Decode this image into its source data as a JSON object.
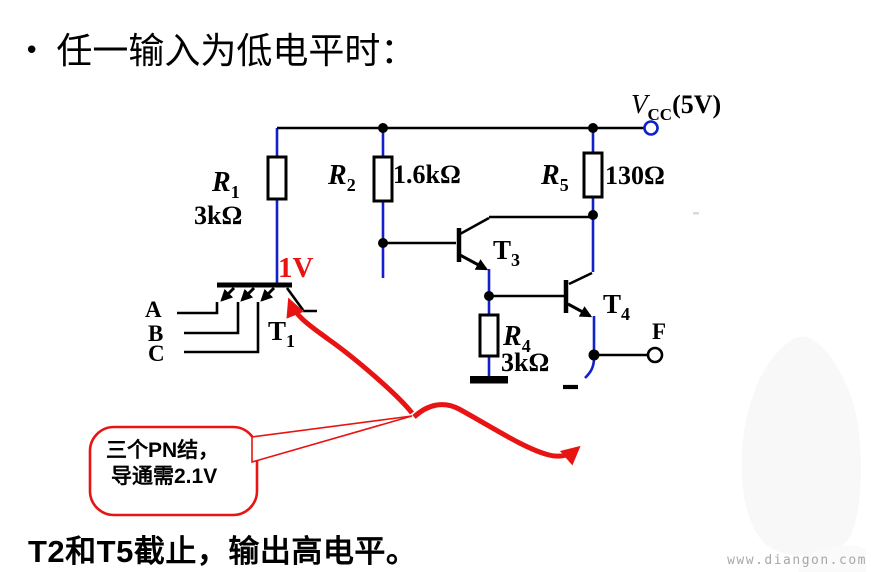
{
  "title": {
    "bullet": "•",
    "text": "任一输入为低电平时："
  },
  "circuit": {
    "power": {
      "sym": "V",
      "sub": "CC",
      "suffix": "(5V)"
    },
    "r1": {
      "sym": "R",
      "sub": "1",
      "value": "3kΩ"
    },
    "r2": {
      "sym": "R",
      "sub": "2",
      "value": "1.6kΩ"
    },
    "r4": {
      "sym": "R",
      "sub": "4",
      "value": "3kΩ"
    },
    "r5": {
      "sym": "R",
      "sub": "5",
      "value": "130Ω"
    },
    "t1": {
      "sym": "T",
      "sub": "1"
    },
    "t3": {
      "sym": "T",
      "sub": "3"
    },
    "t4": {
      "sym": "T",
      "sub": "4"
    },
    "input_a": "A",
    "input_b": "B",
    "input_c": "C",
    "output_f": "F",
    "base_voltage": "1V"
  },
  "callout": {
    "line1": "三个PN结，",
    "line2": "导通需2.1V"
  },
  "footer": {
    "text": "T2和T5截止，输出高电平。"
  },
  "watermark": {
    "text": "www.diangon.com"
  },
  "colors": {
    "wire_black": "#000000",
    "wire_blue": "#1220cc",
    "annotation_red": "#e81414",
    "watermark_gray": "#a8a8a8"
  }
}
